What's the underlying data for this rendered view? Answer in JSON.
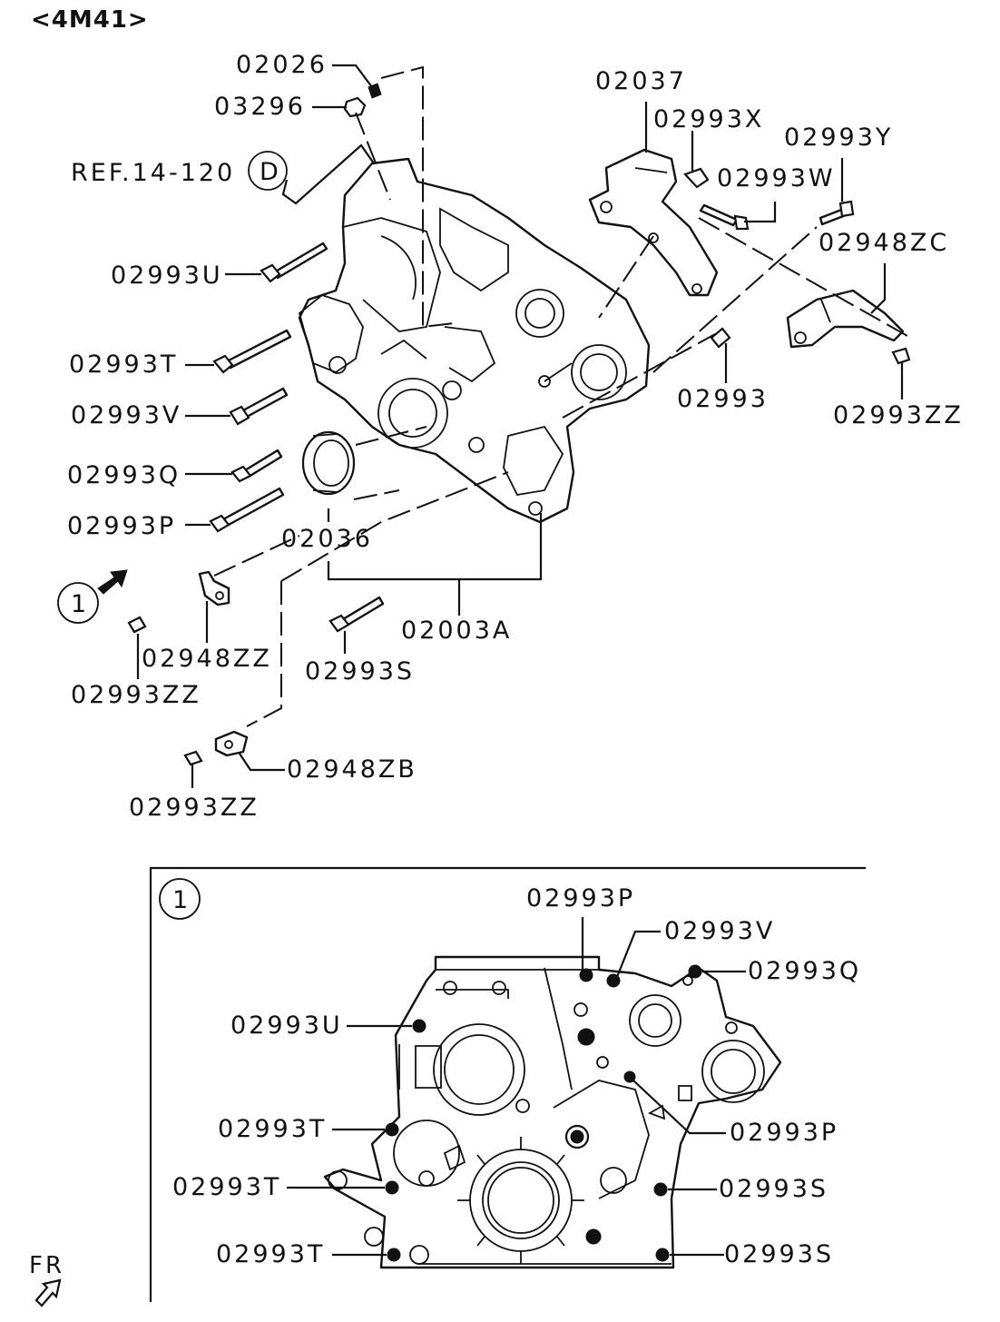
{
  "diagram": {
    "header": "<4M41>",
    "reference": {
      "text": "REF.14-120",
      "circle_letter": "D"
    },
    "view_callout": "1",
    "fr_label": "FR",
    "top_labels": [
      "02026",
      "03296",
      "02037",
      "02993X",
      "02993Y",
      "02993W",
      "02948ZC",
      "02993U",
      "02993T",
      "02993V",
      "02993Q",
      "02993P",
      "02993",
      "02993ZZ",
      "02036",
      "02003A",
      "02948ZZ",
      "02993S",
      "02993ZZ",
      "02948ZB",
      "02993ZZ"
    ],
    "inset": {
      "callout": "1",
      "labels": [
        "02993P",
        "02993V",
        "02993Q",
        "02993U",
        "02993T",
        "02993P",
        "02993T",
        "02993S",
        "02993T",
        "02993S"
      ]
    }
  }
}
